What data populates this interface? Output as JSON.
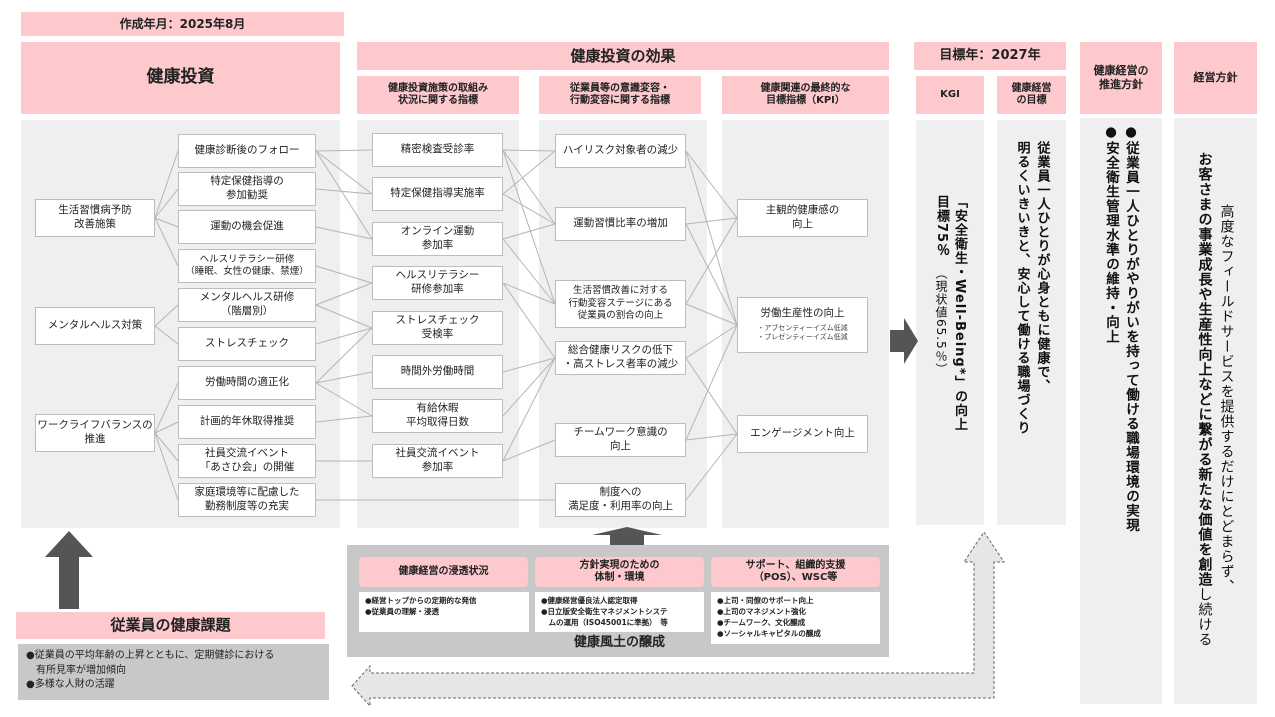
{
  "created_date": "作成年月：2025年8月",
  "headers": {
    "investment": "健康投資",
    "effects": "健康投資の効果",
    "effects_sub": [
      "健康投資施策の取組み\n状況に関する指標",
      "従業員等の意識変容・\n行動変容に関する指標",
      "健康関連の最終的な\n目標指標（KPI）"
    ],
    "target_year": "目標年：2027年",
    "kgi": "KGI",
    "goal": "健康経営\nの目標",
    "promotion_policy": "健康経営の\n推進方針",
    "management_policy": "経営方針"
  },
  "categories": [
    "生活習慣病予防\n改善施策",
    "メンタルヘルス対策",
    "ワークライフバランスの\n推進"
  ],
  "measures": [
    "健康診断後のフォロー",
    "特定保健指導の\n参加勧奨",
    "運動の機会促進",
    "ヘルスリテラシー研修\n（睡眠、女性の健康、禁煙）",
    "メンタルヘルス研修\n（階層別）",
    "ストレスチェック",
    "労働時間の適正化",
    "計画的年休取得推奨",
    "社員交流イベント\n「あさひ会」の開催",
    "家庭環境等に配慮した\n勤務制度等の充実"
  ],
  "indicators": [
    "精密検査受診率",
    "特定保健指導実施率",
    "オンライン運動\n参加率",
    "ヘルスリテラシー\n研修参加率",
    "ストレスチェック\n受検率",
    "時間外労働時間",
    "有給休暇\n平均取得日数",
    "社員交流イベント\n参加率"
  ],
  "behavior_changes": [
    "ハイリスク対象者の減少",
    "運動習慣比率の増加",
    "生活習慣改善に対する\n行動変容ステージにある\n従業員の割合の向上",
    "総合健康リスクの低下\n・高ストレス者率の減少",
    "チームワーク意識の\n向上",
    "制度への\n満足度・利用率の向上"
  ],
  "kpis": [
    {
      "title": "主観的健康感の\n向上",
      "notes": ""
    },
    {
      "title": "労働生産性の向上",
      "notes": "・アブセンティーイズム低減\n・プレゼンティーイズム低減"
    },
    {
      "title": "エンゲージメント向上",
      "notes": ""
    }
  ],
  "kgi_text": {
    "main": "「安全衛生・Well-Being*」の向上",
    "target": "目標75％",
    "current": "（現状値65.5％）"
  },
  "goal_text": "従業員一人ひとりが心身ともに健康で、\n明るくいきいきと、安心して働ける職場づくり",
  "promotion_items": [
    "●従業員一人ひとりがやりがいを持って働ける職場環境の実現",
    "●安全衛生管理水準の維持・向上"
  ],
  "management_text": {
    "line1": "高度なフィールドサービスを提供するだけにとどまらず、",
    "line2_bold": "お客さまの事業成長や生産性向上などに繋がる新たな価値を創造",
    "line2_tail": "し続ける"
  },
  "culture": {
    "title": "健康風土の醸成",
    "columns": [
      {
        "header": "健康経営の浸透状況",
        "items": "●経営トップからの定期的な発信\n●従業員の理解・浸透"
      },
      {
        "header": "方針実現のための\n体制・環境",
        "items": "●健康経営優良法人認定取得\n●日立版安全衛生マネジメントシステ\n　ムの運用（ISO45001に準拠）　等"
      },
      {
        "header": "サポート、組織的支援\n（POS）、WSC等",
        "items": "●上司・同僚のサポート向上\n●上司のマネジメント強化\n●チームワーク、文化醸成\n●ソーシャルキャピタルの醸成"
      }
    ]
  },
  "issues": {
    "title": "従業員の健康課題",
    "items": "●従業員の平均年齢の上昇とともに、定期健診における\n　有所見率が増加傾向\n●多様な人財の活躍"
  },
  "colors": {
    "header_pink": "#fdc9cd",
    "panel_gray": "#efefef",
    "arrow_dark": "#555555",
    "culture_gray": "#c8c8c8"
  }
}
